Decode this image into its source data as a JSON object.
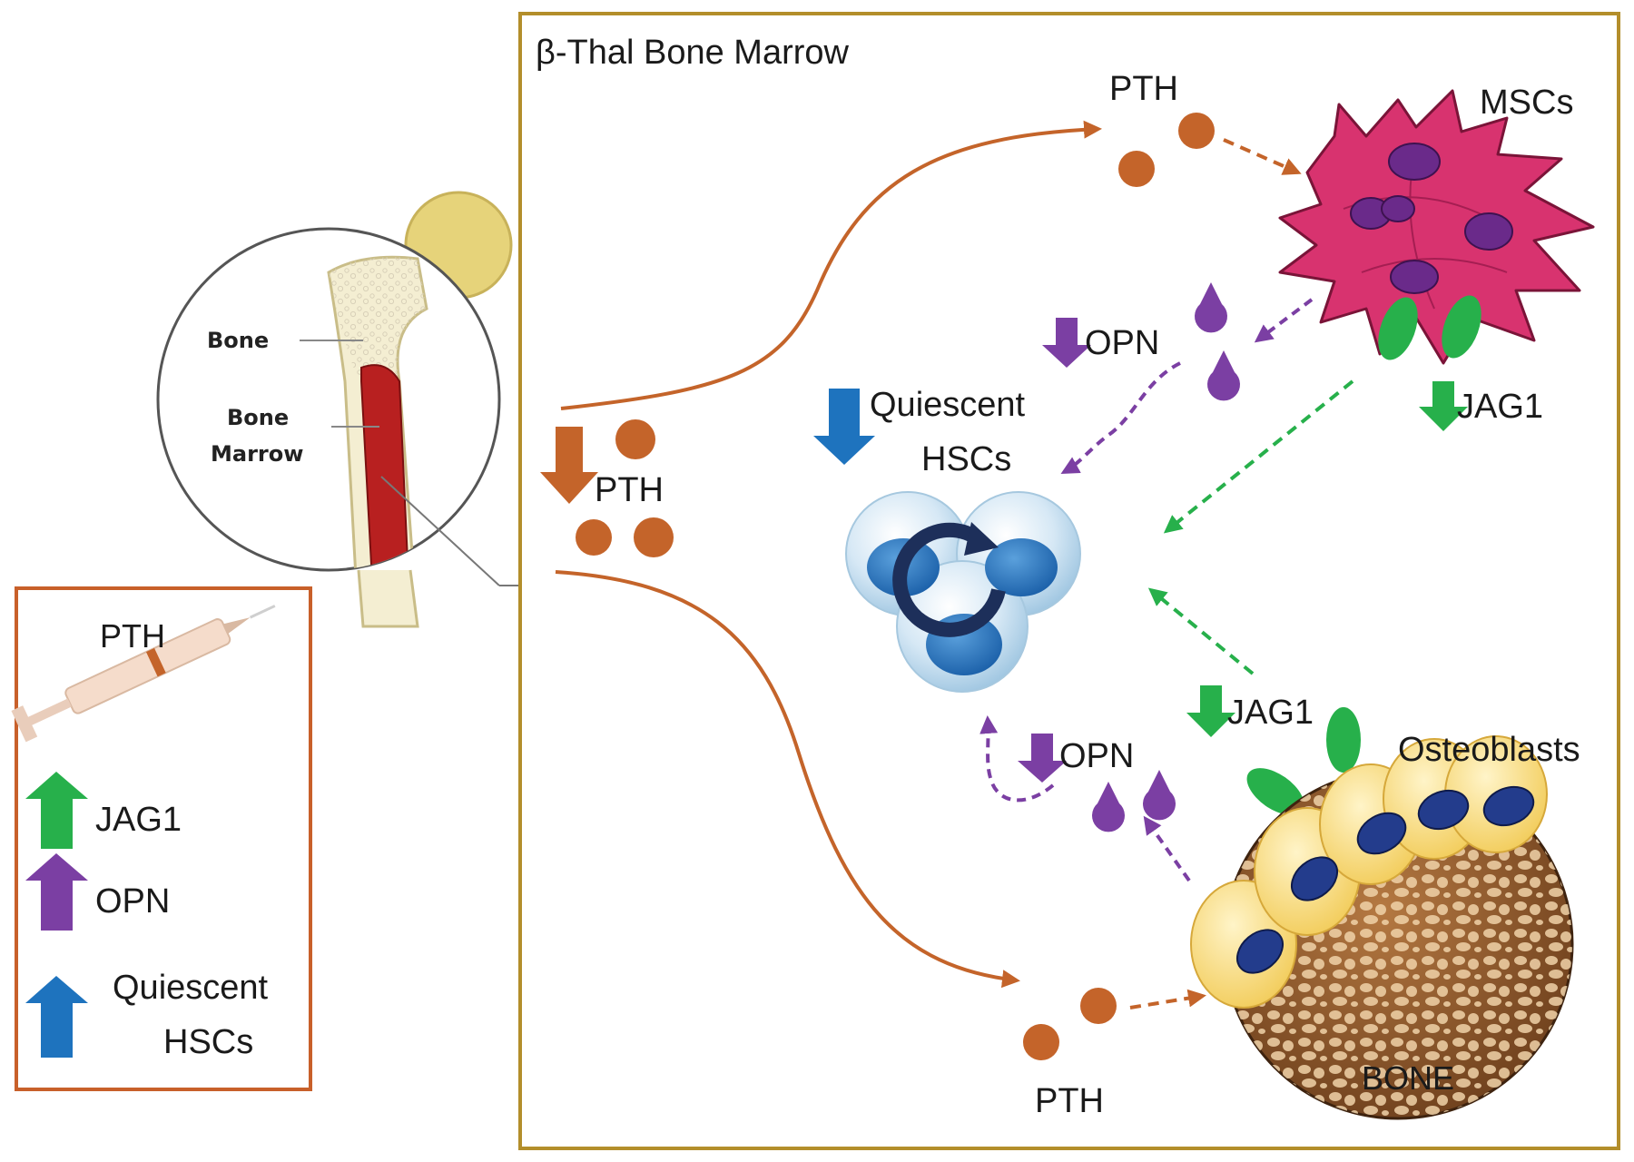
{
  "colors": {
    "frame": "#b38e2b",
    "legend_frame": "#c8602a",
    "pth": "#c4642a",
    "opn": "#7b3fa3",
    "jag1": "#27b04b",
    "hsc": "#1e73be",
    "msc": "#d8336f",
    "bone": "#9b6335"
  },
  "bone_inset": {
    "bone_label": "Bone",
    "marrow_label_line1": "Bone",
    "marrow_label_line2": "Marrow"
  },
  "legend": {
    "pth": "PTH",
    "jag1": "JAG1",
    "opn": "OPN",
    "hsc_line1": "Quiescent",
    "hsc_line2": "HSCs"
  },
  "main": {
    "title": "β-Thal Bone Marrow",
    "pth_left": "PTH",
    "pth_top": "PTH",
    "pth_bottom": "PTH",
    "msc_label": "MSCs",
    "opn_top": "OPN",
    "opn_bottom": "OPN",
    "jag1_top": "JAG1",
    "jag1_bottom": "JAG1",
    "hsc_line1": "Quiescent",
    "hsc_line2": "HSCs",
    "osteoblasts_label": "Osteoblasts",
    "bone_label": "BONE"
  },
  "icons": {
    "syringe": "syringe-icon",
    "msc": "msc-cell-cluster-icon",
    "hsc": "hsc-cell-cluster-icon",
    "bone": "bone-sphere-icon"
  }
}
